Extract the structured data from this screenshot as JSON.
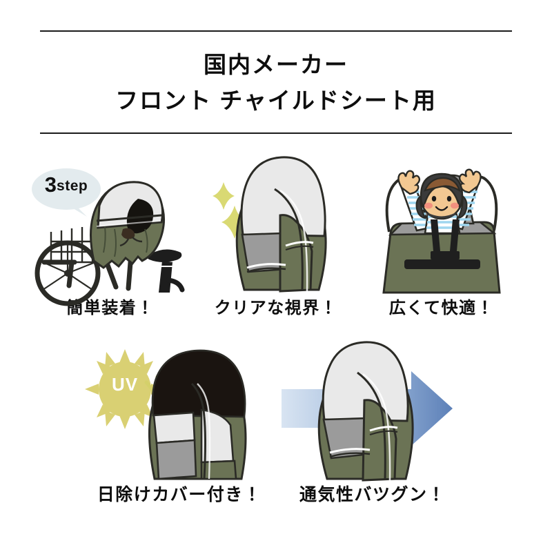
{
  "header": {
    "title_line1": "国内メーカー",
    "title_line2": "フロント チャイルドシート用"
  },
  "badge": {
    "number": "3",
    "word": "step"
  },
  "uv_badge": {
    "label": "UV"
  },
  "features": {
    "row1": [
      {
        "id": "easy-install",
        "caption": "簡単装着！",
        "icon": "bicycle-with-child-seat-cover-icon"
      },
      {
        "id": "clear-view",
        "caption": "クリアな視界！",
        "icon": "seat-cover-clear-window-icon"
      },
      {
        "id": "roomy-comfort",
        "caption": "広くて快適！",
        "icon": "child-in-seat-icon"
      }
    ],
    "row2": [
      {
        "id": "sunshade-cover",
        "caption": "日除けカバー付き！",
        "icon": "seat-cover-sunshade-icon"
      },
      {
        "id": "breathable",
        "caption": "通気性バツグン！",
        "icon": "seat-cover-airflow-icon"
      }
    ]
  },
  "colors": {
    "background": "#ffffff",
    "text": "#0e0e0e",
    "rule": "#1b1b1b",
    "cover_green": "#6b7355",
    "cover_green_dark": "#5c6348",
    "mesh_gray": "#9b9b9b",
    "window_clear": "#e9e9e9",
    "outline": "#2b2b26",
    "bubble_fill": "#e3ebee",
    "sparkle_yellow": "#d9d973",
    "uv_sun": "#d9d073",
    "sunshade_dark": "#1a1410",
    "airflow_blue_light": "#d8e4f2",
    "airflow_blue_dark": "#5c80b8",
    "stripe_blue": "#9fd6ef",
    "skin": "#f2c892",
    "hair_brown": "#8a5a34",
    "helmet_dark": "#3b3b3b",
    "cheek_pink": "#f2907e"
  }
}
